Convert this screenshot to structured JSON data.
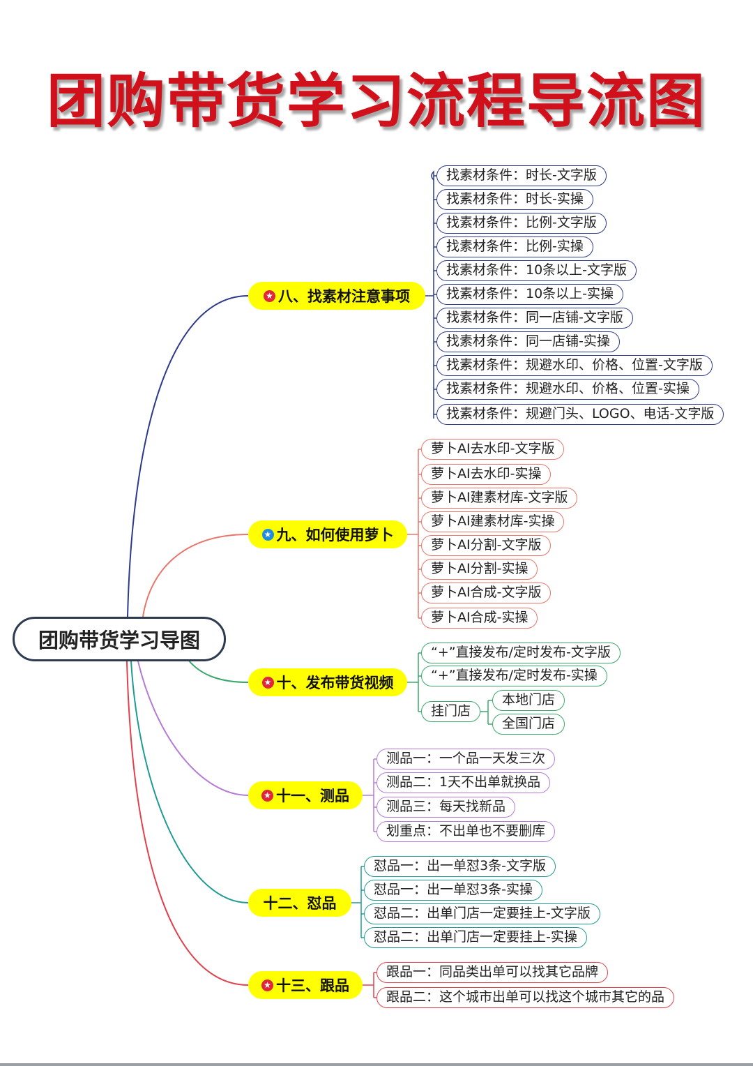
{
  "title": "团购带货学习流程导流图",
  "root": "团购带货学习导图",
  "branches": [
    {
      "label": "八、找素材注意事项",
      "star": "red",
      "color": "#2d3a8c",
      "items": [
        "找素材条件：时长-文字版",
        "找素材条件：时长-实操",
        "找素材条件：比例-文字版",
        "找素材条件：比例-实操",
        "找素材条件：10条以上-文字版",
        "找素材条件：10条以上-实操",
        "找素材条件：同一店铺-文字版",
        "找素材条件：同一店铺-实操",
        "找素材条件：规避水印、价格、位置-文字版",
        "找素材条件：规避水印、价格、位置-实操",
        "找素材条件：规避门头、LOGO、电话-文字版"
      ]
    },
    {
      "label": "九、如何使用萝卜",
      "star": "blue",
      "color": "#e8766b",
      "items": [
        "萝卜AI去水印-文字版",
        "萝卜AI去水印-实操",
        "萝卜AI建素材库-文字版",
        "萝卜AI建素材库-实操",
        "萝卜AI分割-文字版",
        "萝卜AI分割-实操",
        "萝卜AI合成-文字版",
        "萝卜AI合成-实操"
      ]
    },
    {
      "label": "十、发布带货视频",
      "star": "red",
      "color": "#3aa86a",
      "items": [
        "“+”直接发布/定时发布-文字版",
        "“+”直接发布/定时发布-实操",
        "挂门店"
      ],
      "subitems": [
        "本地门店",
        "全国门店"
      ]
    },
    {
      "label": "十一、测品",
      "star": "red",
      "color": "#b47ad8",
      "items": [
        "测品一：一个品一天发三次",
        "测品二：1天不出单就换品",
        "测品三：每天找新品",
        "划重点：不出单也不要删库"
      ]
    },
    {
      "label": "十二、怼品",
      "star": "none",
      "color": "#1f9a93",
      "items": [
        "怼品一：出一单怼3条-文字版",
        "怼品一：出一单怼3条-实操",
        "怼品二：出单门店一定要挂上-文字版",
        "怼品二：出单门店一定要挂上-实操"
      ]
    },
    {
      "label": "十三、跟品",
      "star": "red",
      "color": "#e0414d",
      "items": [
        "跟品一：同品类出单可以找其它品牌",
        "跟品二：这个城市出单可以找这个城市其它的品"
      ]
    }
  ]
}
